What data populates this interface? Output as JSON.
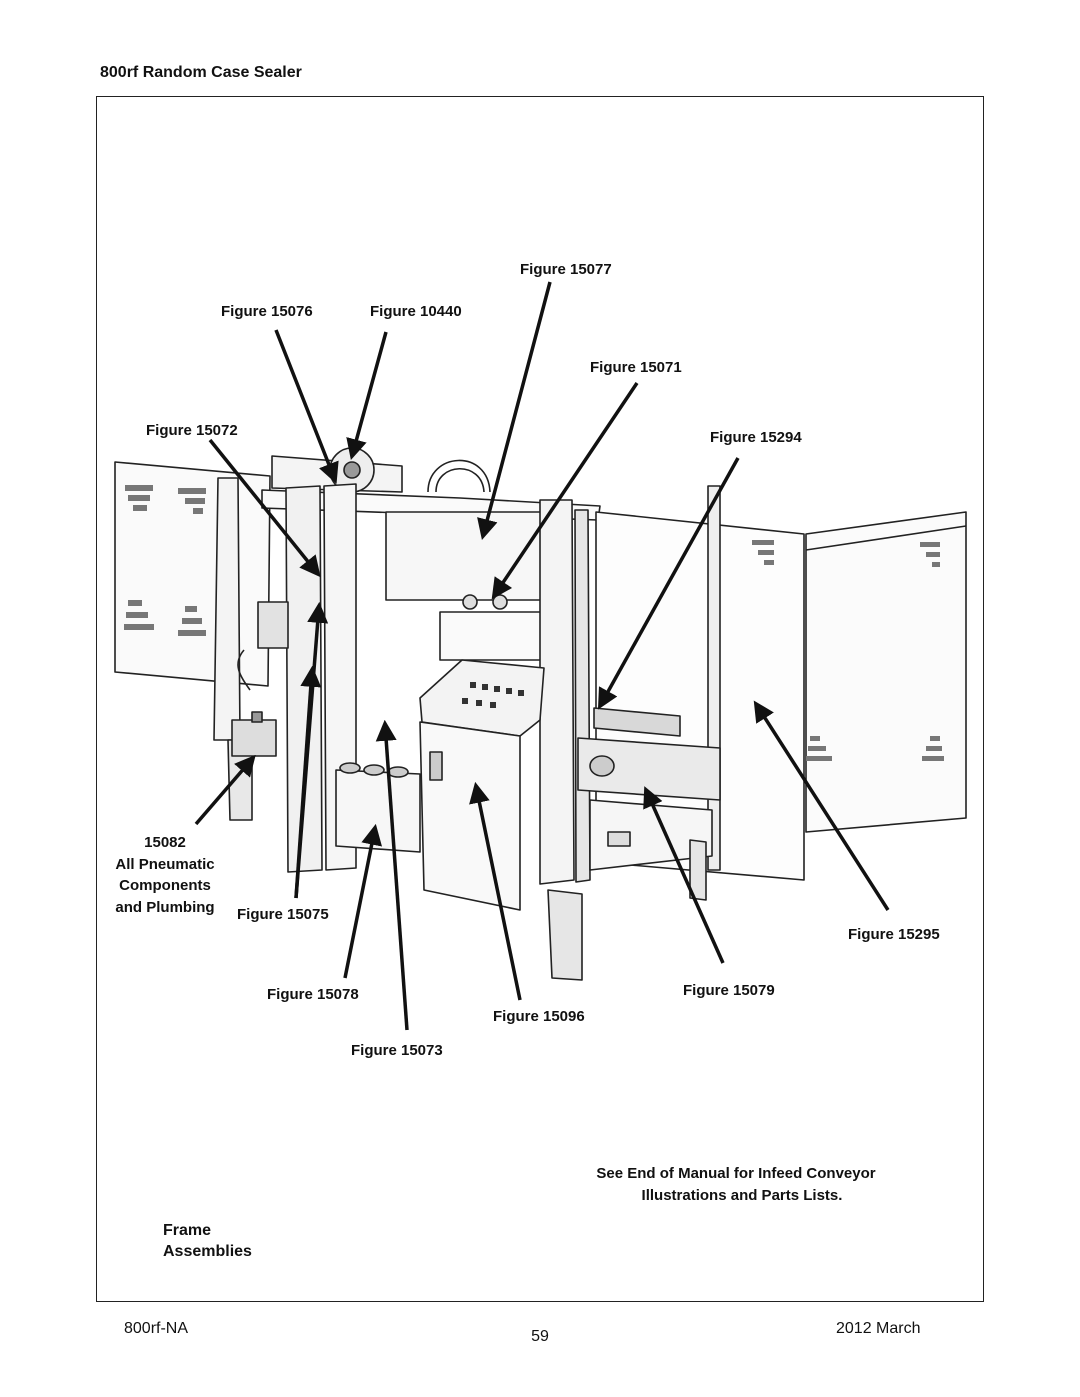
{
  "header": {
    "title": "800rf Random Case Sealer"
  },
  "diagram": {
    "callouts": [
      "Figure 15077",
      "Figure 15076",
      "Figure 10440",
      "Figure 15071",
      "Figure 15072",
      "Figure 15294",
      "15082",
      "All Pneumatic",
      "Components",
      "and Plumbing",
      "Figure 15075",
      "Figure 15295",
      "Figure 15078",
      "Figure 15079",
      "Figure 15096",
      "Figure 15073"
    ],
    "note_line1": "See End of Manual for Infeed Conveyor",
    "note_line2": "Illustrations and Parts Lists."
  },
  "section": {
    "line1": "Frame",
    "line2": "Assemblies"
  },
  "footer": {
    "left": "800rf-NA",
    "page": "59",
    "right": "2012 March"
  }
}
